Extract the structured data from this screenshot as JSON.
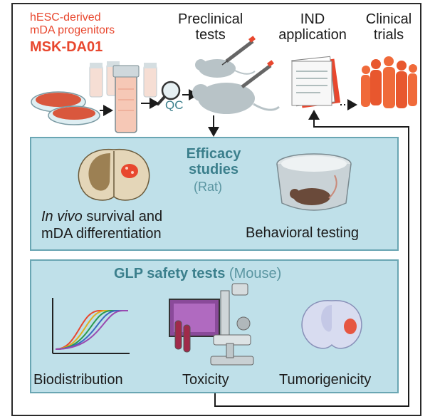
{
  "header": {
    "source_line1": "hESC-derived",
    "source_line2": "mDA progenitors",
    "product": "MSK-DA01",
    "qc": "QC",
    "preclinical_line1": "Preclinical",
    "preclinical_line2": "tests",
    "ind_line1": "IND",
    "ind_line2": "application",
    "clinical_line1": "Clinical",
    "clinical_line2": "trials"
  },
  "efficacy": {
    "title_line1": "Efficacy",
    "title_line2": "studies",
    "subtitle": "(Rat)",
    "left_italic": "In vivo",
    "left_rest": " survival and",
    "left_line2": "mDA differentiation",
    "right_label": "Behavioral testing"
  },
  "safety": {
    "title_bold": "GLP safety tests",
    "title_rest": " (Mouse)",
    "item1": "Biodistribution",
    "item2": "Toxicity",
    "item3": "Tumorigenicity"
  },
  "colors": {
    "accent_red": "#e8472e",
    "panel_fill": "#bfe0e9",
    "panel_border": "#6aa6b3",
    "title_teal": "#3b7f8c",
    "flow_arrow": "#1b1b1b"
  },
  "icons": [
    "petri-dish-icon",
    "cell-vial-icon",
    "magnifier-icon",
    "syringe-icon",
    "mouse-icon",
    "rat-icon",
    "document-icon",
    "people-icon",
    "brain-section-icon",
    "bucket-rat-icon",
    "curves-plot-icon",
    "microscope-icon"
  ]
}
